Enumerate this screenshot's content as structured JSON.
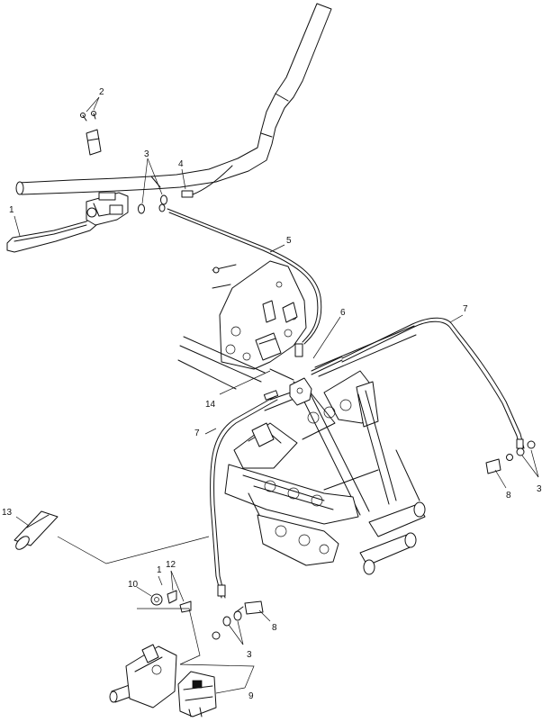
{
  "diagram": {
    "callouts": [
      {
        "id": "1",
        "text": "1"
      },
      {
        "id": "2",
        "text": "2"
      },
      {
        "id": "3a",
        "text": "3"
      },
      {
        "id": "4",
        "text": "4"
      },
      {
        "id": "5",
        "text": "5"
      },
      {
        "id": "6",
        "text": "6"
      },
      {
        "id": "7a",
        "text": "7"
      },
      {
        "id": "7b",
        "text": "7"
      },
      {
        "id": "3b",
        "text": "3"
      },
      {
        "id": "8a",
        "text": "8"
      },
      {
        "id": "14",
        "text": "14"
      },
      {
        "id": "13",
        "text": "13"
      },
      {
        "id": "10",
        "text": "10"
      },
      {
        "id": "11",
        "text": "1"
      },
      {
        "id": "12",
        "text": "12"
      },
      {
        "id": "8b",
        "text": "8"
      },
      {
        "id": "3c",
        "text": "3"
      },
      {
        "id": "9",
        "text": "9"
      }
    ]
  }
}
